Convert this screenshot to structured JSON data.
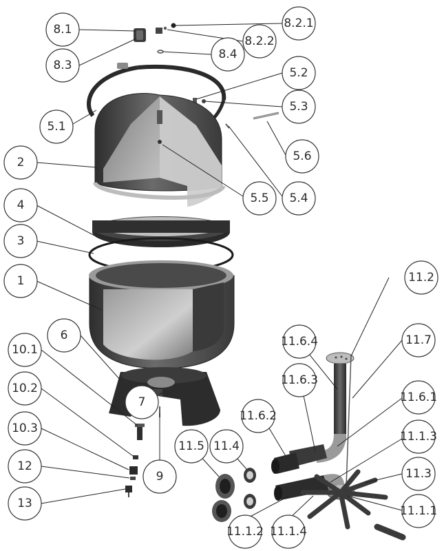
{
  "diagram": {
    "colors": {
      "part_dark": "#2b2b2b",
      "part_mid": "#5a5a5a",
      "part_light": "#a8a8a8",
      "outline": "#333333"
    },
    "callouts": [
      {
        "id": "8.1",
        "label": "8.1"
      },
      {
        "id": "8.3",
        "label": "8.3"
      },
      {
        "id": "8.2.1",
        "label": "8.2.1"
      },
      {
        "id": "8.2.2",
        "label": "8.2.2"
      },
      {
        "id": "8.4",
        "label": "8.4"
      },
      {
        "id": "5.2",
        "label": "5.2"
      },
      {
        "id": "5.3",
        "label": "5.3"
      },
      {
        "id": "5.1",
        "label": "5.1"
      },
      {
        "id": "5.6",
        "label": "5.6"
      },
      {
        "id": "2",
        "label": "2"
      },
      {
        "id": "5.5",
        "label": "5.5"
      },
      {
        "id": "5.4",
        "label": "5.4"
      },
      {
        "id": "4",
        "label": "4"
      },
      {
        "id": "3",
        "label": "3"
      },
      {
        "id": "1",
        "label": "1"
      },
      {
        "id": "11.2",
        "label": "11.2"
      },
      {
        "id": "6",
        "label": "6"
      },
      {
        "id": "10.1",
        "label": "10.1"
      },
      {
        "id": "11.6.4",
        "label": "11.6.4"
      },
      {
        "id": "11.7",
        "label": "11.7"
      },
      {
        "id": "11.6.3",
        "label": "11.6.3"
      },
      {
        "id": "10.2",
        "label": "10.2"
      },
      {
        "id": "7",
        "label": "7"
      },
      {
        "id": "11.6.1",
        "label": "11.6.1"
      },
      {
        "id": "11.6.2",
        "label": "11.6.2"
      },
      {
        "id": "10.3",
        "label": "10.3"
      },
      {
        "id": "11.5",
        "label": "11.5"
      },
      {
        "id": "11.4",
        "label": "11.4"
      },
      {
        "id": "11.1.3",
        "label": "11.1.3"
      },
      {
        "id": "12",
        "label": "12"
      },
      {
        "id": "9",
        "label": "9"
      },
      {
        "id": "11.3",
        "label": "11.3"
      },
      {
        "id": "13",
        "label": "13"
      },
      {
        "id": "11.1.1",
        "label": "11.1.1"
      },
      {
        "id": "11.1.2",
        "label": "11.1.2"
      },
      {
        "id": "11.1.4",
        "label": "11.1.4"
      }
    ]
  }
}
